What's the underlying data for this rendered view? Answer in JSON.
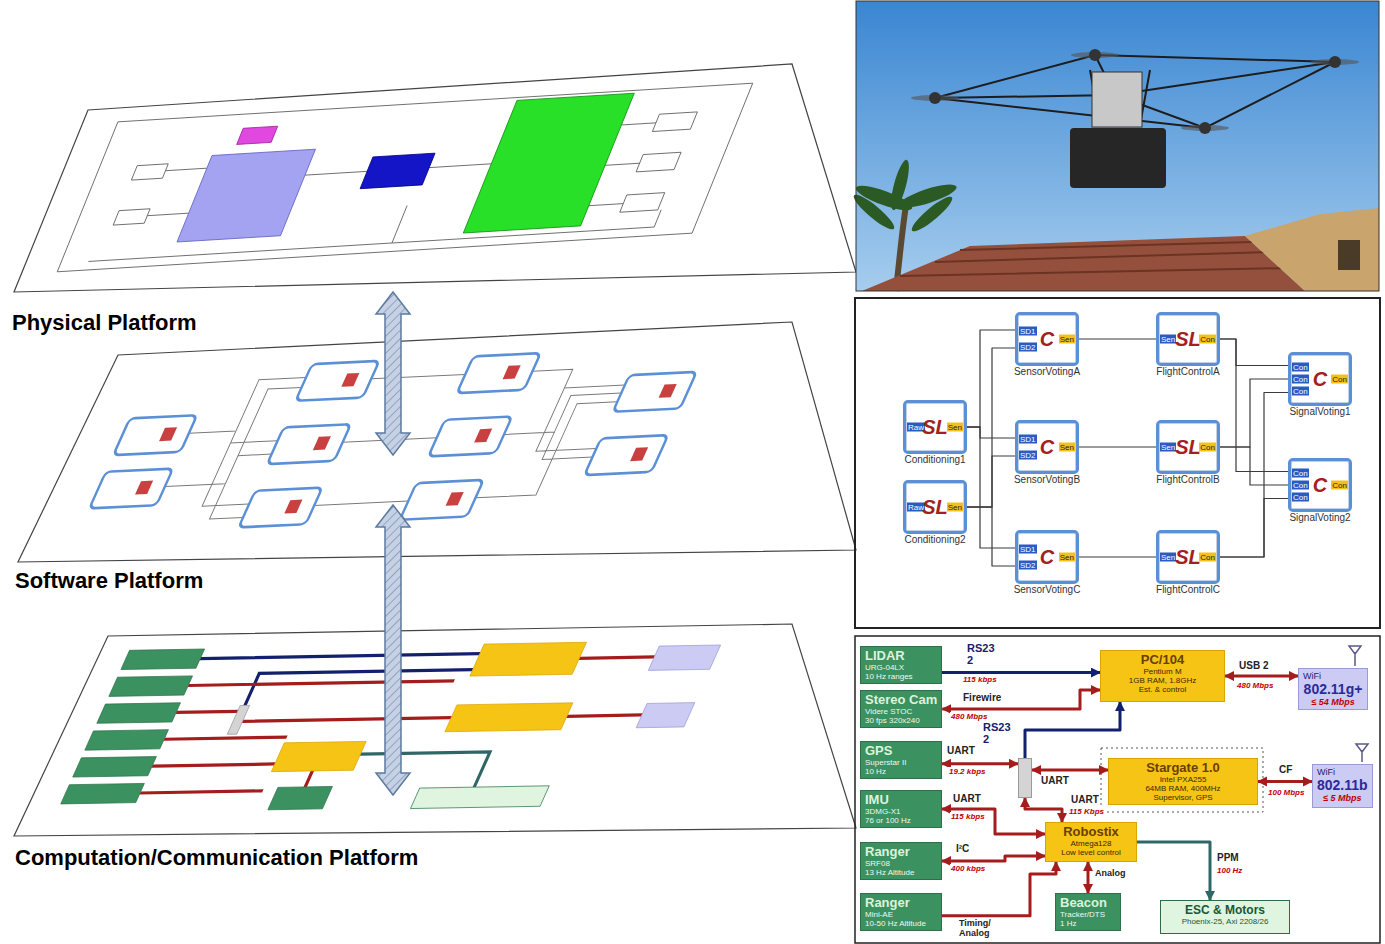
{
  "diagram": {
    "nodes": [
      {
        "text": [
          "Raw",
          "SL",
          "Sen",
          "Conditioning1"
        ]
      },
      {
        "text": [
          "Raw",
          "SL",
          "Sen",
          "Conditioning2"
        ]
      },
      {
        "text": [
          "SD1",
          "SD2",
          "C",
          "Sen",
          "SensorVotingA"
        ]
      },
      {
        "text": [
          "SD1",
          "SD2",
          "C",
          "Sen",
          "SensorVotingB"
        ]
      },
      {
        "text": [
          "SD1",
          "SD2",
          "C",
          "Sen",
          "SensorVotingC"
        ]
      },
      {
        "text": [
          "Sen",
          "SL",
          "Con",
          "FlightControlA"
        ]
      },
      {
        "text": [
          "Sen",
          "SL",
          "Con",
          "FlightControlB"
        ]
      },
      {
        "text": [
          "Sen",
          "SL",
          "Con",
          "FlightControlC"
        ]
      },
      {
        "text": [
          "Con",
          "Con",
          "Con",
          "C",
          "Con",
          "SignalVoting1"
        ]
      },
      {
        "text": [
          "Con",
          "Con",
          "Con",
          "C",
          "Con",
          "SignalVoting2"
        ]
      },
      {
        "text": [
          "LIDAR",
          "URG-04LX",
          "10 Hz ranges"
        ]
      },
      {
        "text": [
          "Stereo Cam",
          "Videre STOC",
          "30 fps 320x240"
        ]
      },
      {
        "text": [
          "GPS",
          "Superstar II",
          "10 Hz"
        ]
      },
      {
        "text": [
          "IMU",
          "3DMG-X1",
          "76 or 100 Hz"
        ]
      },
      {
        "text": [
          "Ranger",
          "SRF08",
          "13 Hz Altitude"
        ]
      },
      {
        "text": [
          "Ranger",
          "Mini-AE",
          "10-50 Hz Altitude"
        ]
      },
      {
        "text": [
          "PC/104",
          "Pentium M",
          "1GB RAM, 1.8GHz",
          "Est. & control"
        ]
      },
      {
        "text": [
          "WiFi",
          "802.11g+",
          "≤ 54 Mbps"
        ]
      },
      {
        "text": [
          "RS23 2"
        ]
      },
      {
        "text": [
          "Stargate 1.0",
          "Intel PXA255",
          "64MB RAM, 400MHz",
          "Supervisor, GPS"
        ]
      },
      {
        "text": [
          "WiFi",
          "802.11b",
          "≤ 5 Mbps"
        ]
      },
      {
        "text": [
          "Robostix",
          "Atmega128",
          "Low level control"
        ]
      },
      {
        "text": [
          "Beacon",
          "Tracker/DTS",
          "1 Hz"
        ]
      },
      {
        "text": [
          "ESC & Motors",
          "Phoenix-25, Axi 2208/26"
        ]
      }
    ],
    "edges": [
      {
        "from": 0,
        "to": 2,
        "arrow": "none"
      },
      {
        "from": 0,
        "to": 3,
        "arrow": "none"
      },
      {
        "from": 0,
        "to": 4,
        "arrow": "none"
      },
      {
        "from": 1,
        "to": 2,
        "arrow": "none"
      },
      {
        "from": 1,
        "to": 3,
        "arrow": "none"
      },
      {
        "from": 1,
        "to": 4,
        "arrow": "none"
      },
      {
        "from": 2,
        "to": 5,
        "arrow": "none"
      },
      {
        "from": 3,
        "to": 6,
        "arrow": "none"
      },
      {
        "from": 4,
        "to": 7,
        "arrow": "none"
      },
      {
        "from": 5,
        "to": 8,
        "arrow": "none"
      },
      {
        "from": 5,
        "to": 9,
        "arrow": "none"
      },
      {
        "from": 6,
        "to": 8,
        "arrow": "none"
      },
      {
        "from": 6,
        "to": 9,
        "arrow": "none"
      },
      {
        "from": 7,
        "to": 8,
        "arrow": "none"
      },
      {
        "from": 7,
        "to": 9,
        "arrow": "none"
      },
      {
        "from": 10,
        "to": 16,
        "arrow": "to",
        "label": "RS23 2"
      },
      {
        "from": 11,
        "to": 16,
        "arrow": "both",
        "label": "Firewire"
      },
      {
        "from": 16,
        "to": 17,
        "arrow": "both",
        "label": "USB 2"
      },
      {
        "from": 12,
        "to": 18,
        "arrow": "both",
        "label": "UART"
      },
      {
        "from": 18,
        "to": 16,
        "arrow": "to"
      },
      {
        "from": 18,
        "to": 19,
        "arrow": "both",
        "label": "UART"
      },
      {
        "from": 18,
        "to": 21,
        "arrow": "both",
        "label": "UART"
      },
      {
        "from": 13,
        "to": 21,
        "arrow": "both",
        "label": "UART"
      },
      {
        "from": 14,
        "to": 21,
        "arrow": "both",
        "label": "I²C"
      },
      {
        "from": 15,
        "to": 21,
        "arrow": "to",
        "label": "Timing/ Analog"
      },
      {
        "from": 22,
        "to": 21,
        "arrow": "both",
        "label": "Analog"
      },
      {
        "from": 21,
        "to": 23,
        "arrow": "to",
        "label": "PPM"
      },
      {
        "from": 19,
        "to": 20,
        "arrow": "both",
        "label": "CF"
      }
    ],
    "labels": [
      "Physical Platform",
      "Software Platform",
      "Computation/Communication Platform",
      "115 kbps",
      "480 Mbps",
      "480 Mbps",
      "19.2 kbps",
      "115 Kbps",
      "115 kbps",
      "400 kbps",
      "100 Hz",
      "100 Mbps"
    ]
  }
}
